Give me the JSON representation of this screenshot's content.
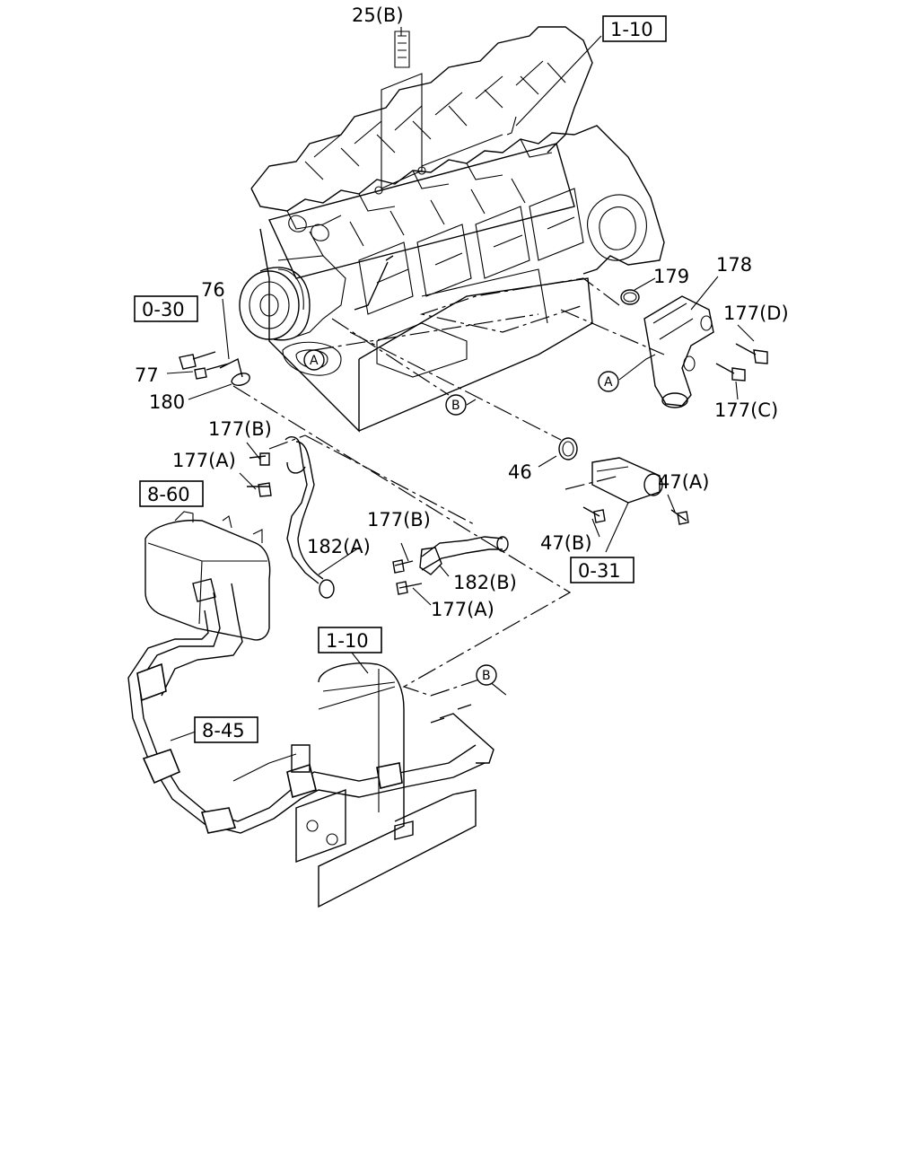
{
  "part_labels": {
    "l25b": "25(B)",
    "l76": "76",
    "l77": "77",
    "l180": "180",
    "l179": "179",
    "l178": "178",
    "l177d": "177(D)",
    "l177c": "177(C)",
    "l177b_top": "177(B)",
    "l177a_top": "177(A)",
    "l46": "46",
    "l47a": "47(A)",
    "l47b": "47(B)",
    "l177b_mid": "177(B)",
    "l182a": "182(A)",
    "l182b": "182(B)",
    "l177a_mid": "177(A)"
  },
  "ref_boxes": {
    "r1_10_top": "1-10",
    "r0_30": "0-30",
    "r8_60": "8-60",
    "r0_31": "0-31",
    "r1_10_bot": "1-10",
    "r8_45": "8-45"
  },
  "callouts": {
    "a_left": "A",
    "a_right": "A",
    "b_mid": "B",
    "b_bot": "B"
  }
}
